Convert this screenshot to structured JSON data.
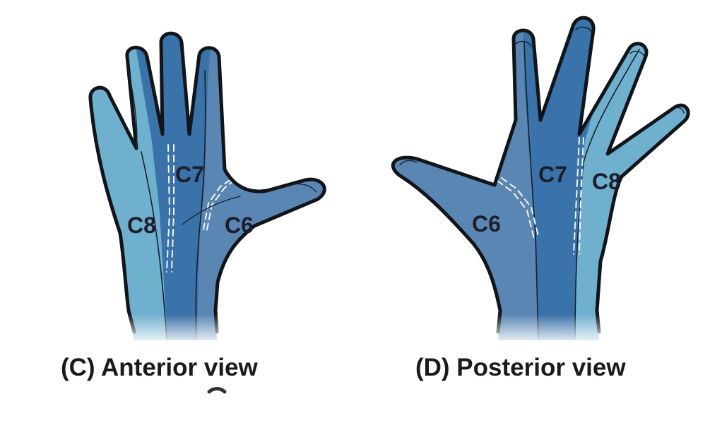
{
  "figure": {
    "anterior": {
      "caption": "(C) Anterior view",
      "labels": {
        "c6": "C6",
        "c7": "C7",
        "c8": "C8"
      }
    },
    "posterior": {
      "caption": "(D) Posterior view",
      "labels": {
        "c6": "C6",
        "c7": "C7",
        "c8": "C8"
      }
    }
  },
  "colors": {
    "c6": "#5a86b4",
    "c7": "#3a72aa",
    "c8": "#6fb0cf",
    "background": "#ffffff",
    "outline": "#111418"
  }
}
